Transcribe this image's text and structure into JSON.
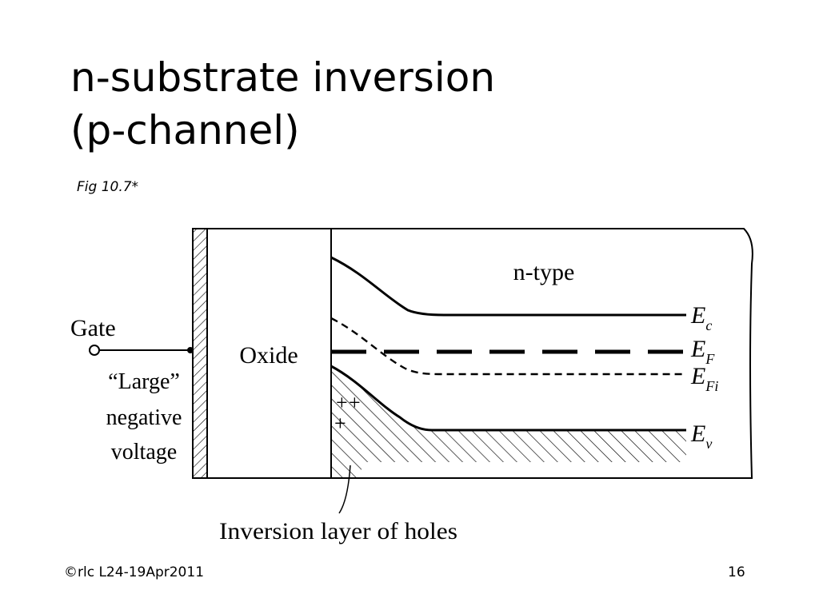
{
  "slide": {
    "title_line1": "n-substrate inversion",
    "title_line2": "(p-channel)",
    "figure_ref": "Fig 10.7*"
  },
  "diagram": {
    "gate_label": "Gate",
    "voltage_label_line1": "“Large”",
    "voltage_label_line2": "negative",
    "voltage_label_line3": "voltage",
    "oxide_label": "Oxide",
    "region_label": "n-type",
    "charge_plus_1": "+",
    "charge_plus_2": "+",
    "charge_plus_3": "+",
    "inversion_label": "Inversion layer of holes",
    "band_levels": [
      {
        "symbol": "E",
        "subscript": "c"
      },
      {
        "symbol": "E",
        "subscript": "F"
      },
      {
        "symbol": "E",
        "subscript": "Fi"
      },
      {
        "symbol": "E",
        "subscript": "v"
      }
    ]
  },
  "footer": {
    "copyright": "©rlc L24-19Apr2011",
    "page_number": "16"
  }
}
